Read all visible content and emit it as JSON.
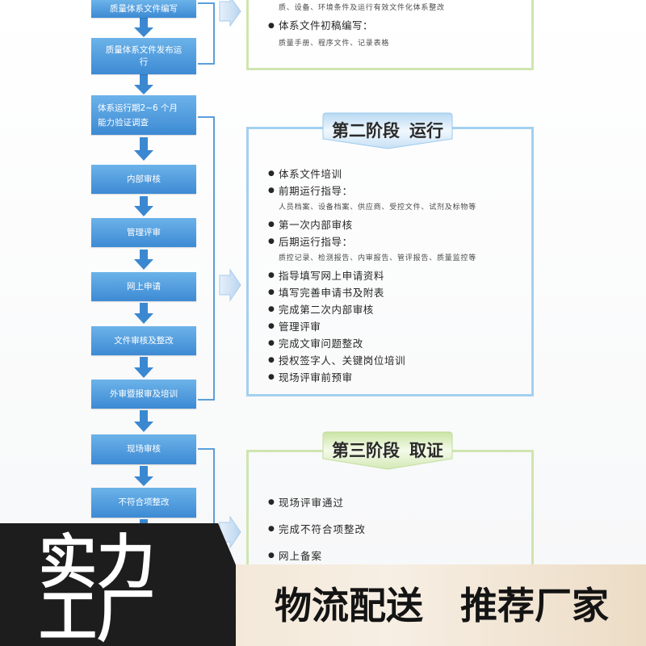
{
  "flowchart": {
    "steps": [
      {
        "lines": [
          "质量体系文件编写"
        ]
      },
      {
        "lines": [
          "质量体系文件发布运行"
        ]
      },
      {
        "lines": [
          "体系运行期2~6 个月",
          "能力验证调查"
        ]
      },
      {
        "lines": [
          "内部审核"
        ]
      },
      {
        "lines": [
          "管理评审"
        ]
      },
      {
        "lines": [
          "网上申请"
        ]
      },
      {
        "lines": [
          "文件审核及整改"
        ]
      },
      {
        "lines": [
          "外审暨报审及培训"
        ]
      },
      {
        "lines": [
          "现场审核"
        ]
      },
      {
        "lines": [
          "不符合项整改"
        ]
      }
    ]
  },
  "stage1": {
    "intro_note": "质、设备、环境条件及运行有效文件化体系整改",
    "items": [
      {
        "text": "体系文件初稿编写：",
        "note": "质量手册、程序文件、记录表格"
      }
    ]
  },
  "stage2": {
    "title_phase": "第二阶段",
    "title_name": "运行",
    "items": [
      {
        "text": "体系文件培训"
      },
      {
        "text": "前期运行指导：",
        "note": "人员档案、设备档案、供应商、受控文件、试剂及标物等"
      },
      {
        "text": "第一次内部审核"
      },
      {
        "text": "后期运行指导：",
        "note": "质控记录、检测报告、内审报告、管评报告、质量监控等"
      },
      {
        "text": "指导填写网上申请资料"
      },
      {
        "text": "填写完善申请书及附表"
      },
      {
        "text": "完成第二次内部审核"
      },
      {
        "text": "管理评审"
      },
      {
        "text": "完成文审问题整改"
      },
      {
        "text": "授权签字人、关键岗位培训"
      },
      {
        "text": "现场评审前预审"
      }
    ]
  },
  "stage3": {
    "title_phase": "第三阶段",
    "title_name": "取证",
    "items": [
      {
        "text": "现场评审通过"
      },
      {
        "text": "完成不符合项整改"
      },
      {
        "text": "网上备案"
      }
    ]
  },
  "banner": {
    "badge_line1": "实力",
    "badge_line2": "工厂",
    "slogan_left": "物流配送",
    "slogan_right": "推荐厂家"
  },
  "icons": {
    "bullet": "●",
    "step_connector": "arrow-down-icon",
    "stage_pointer": "chevron-right-icon"
  },
  "colors": {
    "step_box_top": "#6cb3e9",
    "step_box_bottom": "#3d8ad4",
    "arrow_blue": "#3b88d1",
    "bracket_blue": "#5b9fd9",
    "stage1_border": "#cfe5b0",
    "stage2_border": "#a3d0ef",
    "stage3_border": "#cfe5b0",
    "banner_dark": "#1d1d1d",
    "banner_band": "#ecdcc5",
    "text_dark": "#262626"
  }
}
